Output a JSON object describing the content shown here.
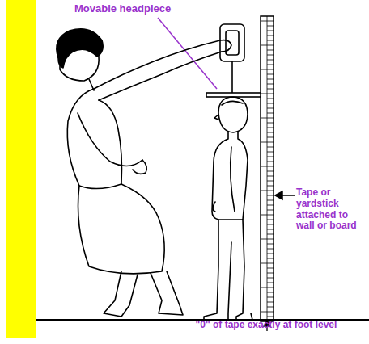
{
  "diagram": {
    "labels": [
      "Movable headpiece",
      "Tape or yardstick attached to wall or board",
      "\"0\" of tape exactly at foot level"
    ]
  }
}
